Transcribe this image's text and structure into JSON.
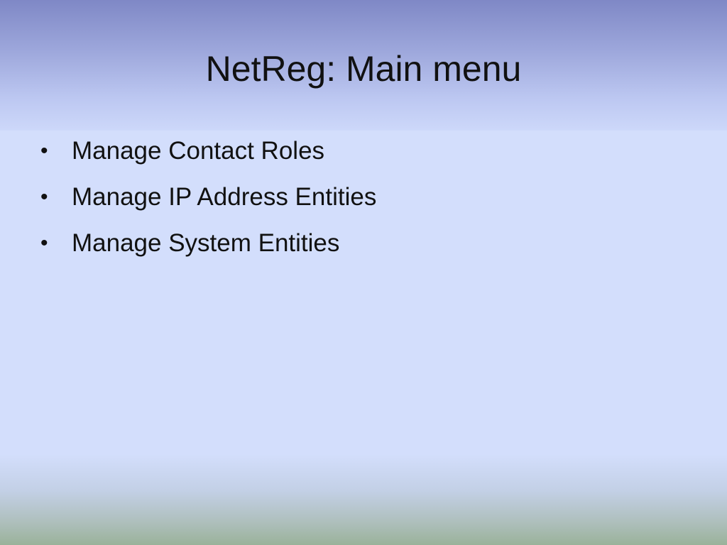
{
  "slide": {
    "title": "NetReg: Main menu",
    "bullet_glyph": "•",
    "items": [
      {
        "label": "Manage Contact Roles"
      },
      {
        "label": "Manage IP Address Entities"
      },
      {
        "label": "Manage System Entities"
      }
    ]
  }
}
